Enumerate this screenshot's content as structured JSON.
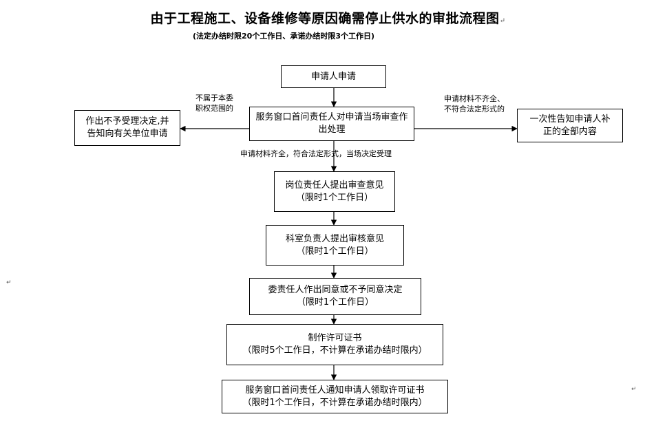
{
  "title": "由于工程施工、设备维修等原因确需停止供水的审批流程图",
  "subtitle": "(法定办结时限20个工作日、承诺办结时限3个工作日)",
  "nodes": {
    "apply": [
      "申请人申请"
    ],
    "review": [
      "服务窗口首问责任人对申请当场审查作",
      "出处理"
    ],
    "reject": [
      "作出不予受理决定,并",
      "告知向有关单位申请"
    ],
    "supplement": [
      "一次性告知申请人补",
      "正的全部内容"
    ],
    "post_opinion": [
      "岗位责任人提出审查意见",
      "（限时1个工作日）"
    ],
    "section_opinion": [
      "科室负责人提出审核意见",
      "（限时1个工作日）"
    ],
    "committee_decision": [
      "委责任人作出同意或不予同意决定",
      "（限时1个工作日）"
    ],
    "make_license": [
      "制作许可证书",
      "（限时5个工作日，不计算在承诺办结时限内）"
    ],
    "notify": [
      "服务窗口首问责任人通知申请人领取许可证书",
      "（限时1个工作日，不计算在承诺办结时限内）"
    ]
  },
  "edge_labels": {
    "not_in_scope": [
      "不属于本委",
      "职权范围的"
    ],
    "incomplete": [
      "申请材料不齐全、",
      "不符合法定形式的"
    ],
    "accepted": "申请材料齐全，符合法定形式，当场决定受理"
  },
  "paragraph_mark": "↵"
}
